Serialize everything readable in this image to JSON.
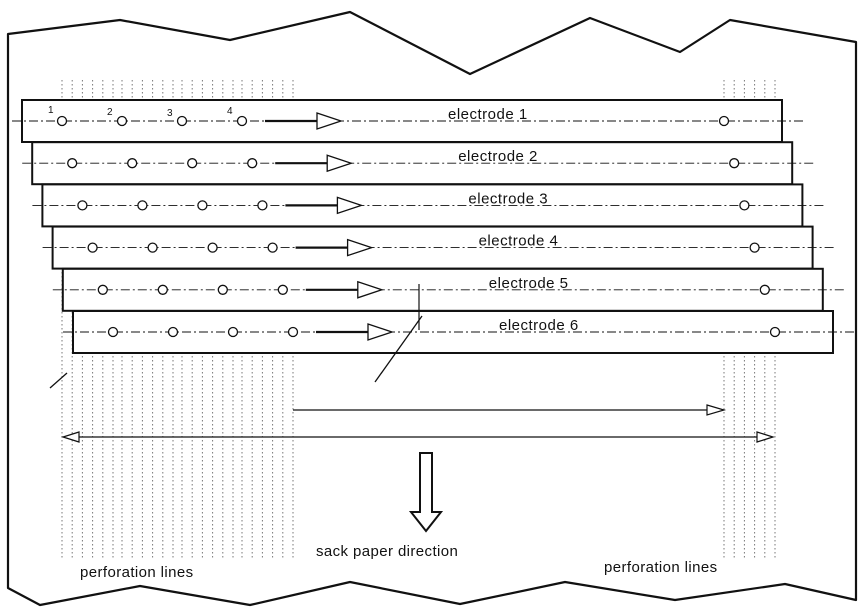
{
  "electrodes": [
    {
      "label": "electrode 1"
    },
    {
      "label": "electrode 2"
    },
    {
      "label": "electrode 3"
    },
    {
      "label": "electrode 4"
    },
    {
      "label": "electrode 5"
    },
    {
      "label": "electrode 6"
    }
  ],
  "hole_numbers": [
    "1",
    "2",
    "3",
    "4"
  ],
  "captions": {
    "direction": "sack paper direction",
    "perforation_left": "perforation lines",
    "perforation_right": "perforation lines"
  }
}
